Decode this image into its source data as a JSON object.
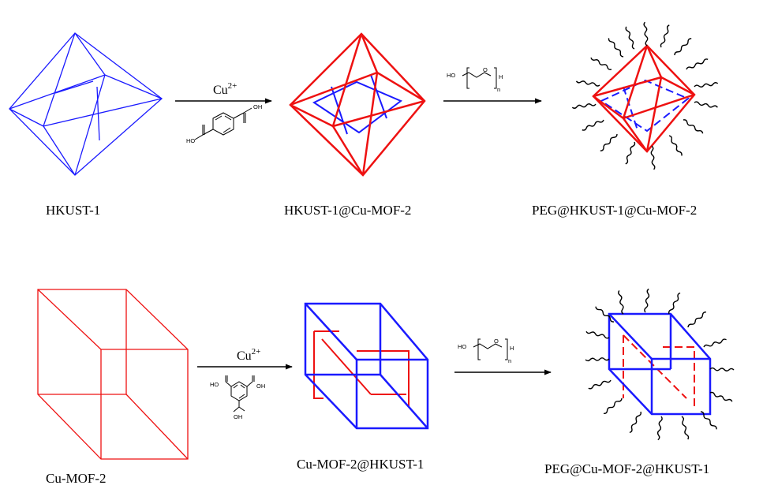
{
  "colors": {
    "blue": "#1a1aff",
    "red": "#ee1111",
    "black": "#000000"
  },
  "products": {
    "hkust1": "HKUST-1",
    "hkust1_cumof2": "HKUST-1@Cu-MOF-2",
    "peg_hkust1_cumof2": "PEG@HKUST-1@Cu-MOF-2",
    "cumof2": "Cu-MOF-2",
    "cumof2_hkust1": "Cu-MOF-2@HKUST-1",
    "peg_cumof2_hkust1": "PEG@Cu-MOF-2@HKUST-1"
  },
  "reagents": {
    "cu_ion": "Cu",
    "cu_charge": "2+",
    "ho": "HO",
    "oh": "OH",
    "o": "O",
    "h": "H",
    "n": "n"
  }
}
